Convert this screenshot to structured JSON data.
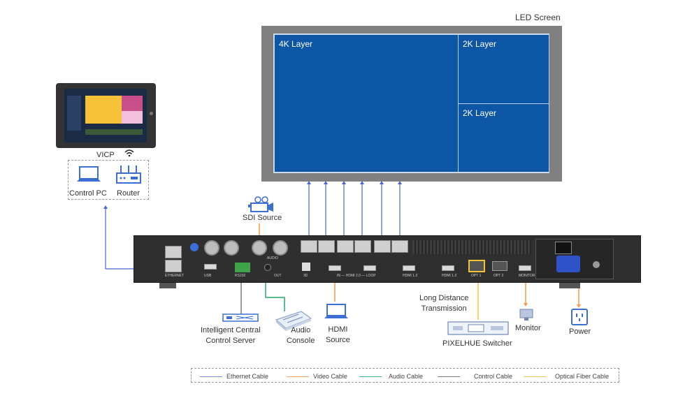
{
  "led_screen": {
    "title": "LED Screen",
    "layers": [
      "4K Layer",
      "2K Layer",
      "2K Layer"
    ]
  },
  "devices": {
    "vicp": "VICP",
    "control_pc": "Control PC",
    "router": "Router",
    "sdi_source": "SDI Source",
    "central_server": "Intelligent Central\nControl Server",
    "audio_console": "Audio\nConsole",
    "hdmi_source": "HDMI\nSource",
    "long_distance": "Long Distance\nTransmission",
    "pixelhue_switcher": "PIXELHUE Switcher",
    "monitor": "Monitor",
    "power": "Power"
  },
  "legend": {
    "items": [
      {
        "label": "Ethernet Cable",
        "color": "#7d8fd6"
      },
      {
        "label": "Video Cable",
        "color": "#f3a46a"
      },
      {
        "label": "Audio Cable",
        "color": "#39b28c"
      },
      {
        "label": "Control Cable",
        "color": "#7a7a7a"
      },
      {
        "label": "Optical Fiber Cable",
        "color": "#f2c35a"
      }
    ]
  },
  "colors": {
    "ethernet": "#4a63d6",
    "video": "#f39a4e",
    "audio": "#2aa66a",
    "control": "#7a7a7a",
    "fiber": "#f2c23a",
    "led_blue": "#0d56a6"
  },
  "icons": [
    "wifi-icon",
    "laptop-icon",
    "router-icon",
    "camera-icon",
    "server-icon",
    "audio-console-icon",
    "hdmi-laptop-icon",
    "switcher-icon",
    "monitor-icon",
    "power-outlet-icon"
  ]
}
